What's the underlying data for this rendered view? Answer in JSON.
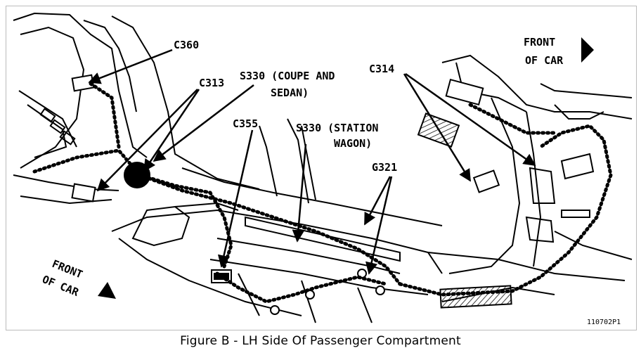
{
  "figure": {
    "caption": "Figure B - LH Side Of Passenger Compartment",
    "code": "110702P1",
    "front_left": [
      "FRONT",
      "OF CAR"
    ],
    "front_right": [
      "FRONT",
      "OF CAR"
    ],
    "labels": {
      "c360": "C360",
      "c313": "C313",
      "s330_coupe": [
        "S330 (COUPE AND",
        "SEDAN)"
      ],
      "c314": "C314",
      "c355": "C355",
      "s330_wagon": [
        "S330 (STATION",
        "WAGON)"
      ],
      "g321": "G321"
    }
  }
}
